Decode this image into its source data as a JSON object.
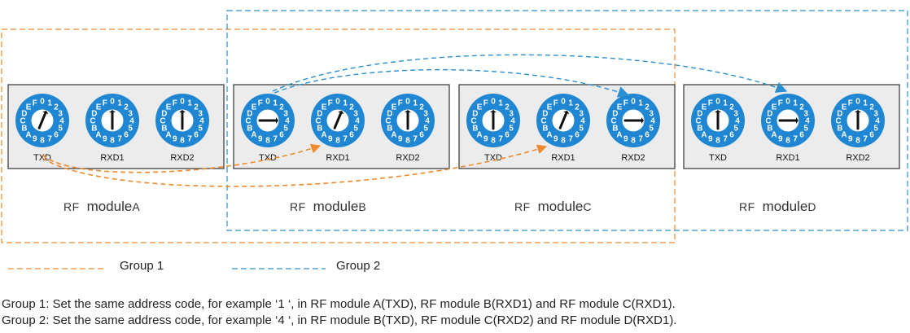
{
  "header_text": "",
  "modules": [
    {
      "name": "RF",
      "module_word": "module",
      "letter": "A",
      "switches": [
        {
          "label": "TXD",
          "value": "1"
        },
        {
          "label": "RXD1",
          "value": "0"
        },
        {
          "label": "RXD2",
          "value": "0"
        }
      ]
    },
    {
      "name": "RF",
      "module_word": "module",
      "letter": "B",
      "switches": [
        {
          "label": "TXD",
          "value": "4"
        },
        {
          "label": "RXD1",
          "value": "1"
        },
        {
          "label": "RXD2",
          "value": "0"
        }
      ]
    },
    {
      "name": "RF",
      "module_word": "module",
      "letter": "C",
      "switches": [
        {
          "label": "TXD",
          "value": "0"
        },
        {
          "label": "RXD1",
          "value": "1"
        },
        {
          "label": "RXD2",
          "value": "4"
        }
      ]
    },
    {
      "name": "RF",
      "module_word": "module",
      "letter": "D",
      "switches": [
        {
          "label": "TXD",
          "value": "0"
        },
        {
          "label": "RXD1",
          "value": "4"
        },
        {
          "label": "RXD2",
          "value": "0"
        }
      ]
    }
  ],
  "dial_digits": [
    "0",
    "1",
    "2",
    "3",
    "4",
    "5",
    "6",
    "7",
    "8",
    "9",
    "A",
    "B",
    "C",
    "D",
    "E",
    "F"
  ],
  "groups": [
    {
      "label": "Group 1",
      "color": "#f08a2e"
    },
    {
      "label": "Group 2",
      "color": "#2b8fd0"
    }
  ],
  "descriptions": [
    "Group 1: Set the same address code, for example ‘1 ‘, in RF module A(TXD), RF module B(RXD1) and RF module C(RXD1).",
    "Group 2: Set the same address code, for example ‘4 ‘, in RF module B(TXD), RF module C(RXD2) and RF module D(RXD1)."
  ],
  "colors": {
    "dial_blue": "#1e86d2",
    "panel_fill": "#ececec",
    "panel_stroke": "#333333"
  }
}
